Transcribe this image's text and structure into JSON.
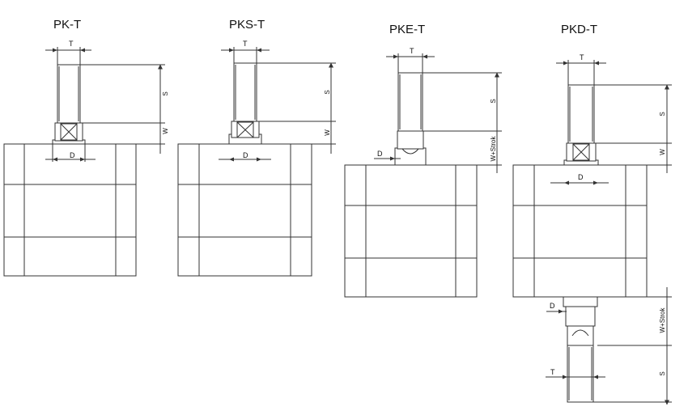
{
  "diagrams": [
    {
      "title": "PK-T",
      "dims": {
        "top_width": "T",
        "upper_length": "S",
        "neck_length": "W",
        "diameter": "D"
      }
    },
    {
      "title": "PKS-T",
      "dims": {
        "top_width": "T",
        "upper_length": "S",
        "neck_length": "W",
        "diameter": "D"
      }
    },
    {
      "title": "PKE-T",
      "dims": {
        "top_width": "T",
        "upper_length": "S",
        "neck_length": "W+Strok",
        "diameter": "D"
      }
    },
    {
      "title": "PKD-T",
      "dims": {
        "top_width": "T",
        "upper_length": "S",
        "neck_length": "W",
        "diameter": "D",
        "lower_neck": "W+Strok",
        "lower_diameter": "D",
        "lower_length": "S",
        "lower_width": "T"
      }
    }
  ],
  "colors": {
    "line": "#333333",
    "fill": "#ffffff",
    "background": "#ffffff"
  }
}
